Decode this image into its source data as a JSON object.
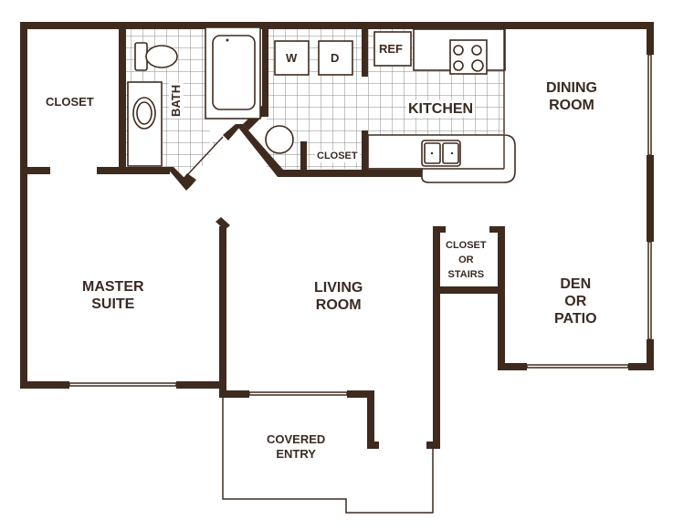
{
  "floorplan": {
    "colors": {
      "wall": "#3f2a1e",
      "text": "#3a2a22",
      "tile_grid": "#8a8a8a",
      "background": "#ffffff"
    },
    "rooms": {
      "closet_master": "CLOSET",
      "bath": "BATH",
      "washer": "W",
      "dryer": "D",
      "refrigerator": "REF",
      "kitchen": "KITCHEN",
      "dining_room": [
        "DINING",
        "ROOM"
      ],
      "closet_laundry": "CLOSET",
      "closet_or_stairs": [
        "CLOSET",
        "OR",
        "STAIRS"
      ],
      "master_suite": [
        "MASTER",
        "SUITE"
      ],
      "living_room": [
        "LIVING",
        "ROOM"
      ],
      "den_or_patio": [
        "DEN",
        "OR",
        "PATIO"
      ],
      "covered_entry": [
        "COVERED",
        "ENTRY"
      ]
    }
  }
}
